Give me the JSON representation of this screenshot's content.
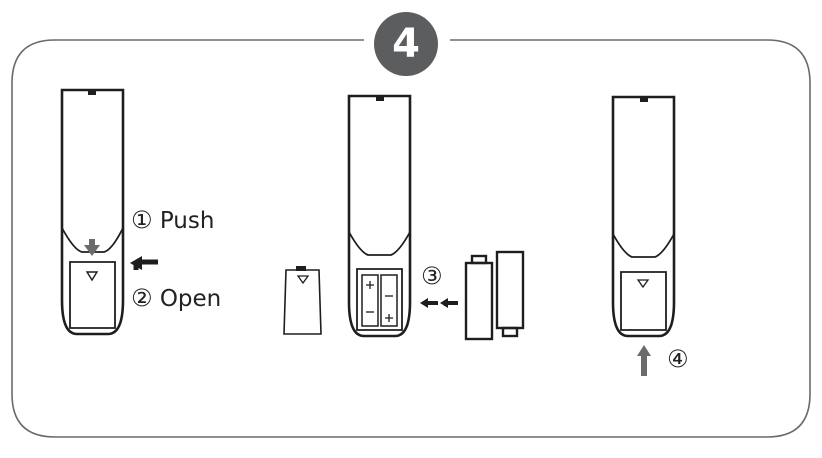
{
  "step_number": "4",
  "steps": {
    "push": {
      "number": "①",
      "text": "Push"
    },
    "open": {
      "number": "②",
      "text": "Open"
    },
    "insert": {
      "number": "③"
    },
    "close": {
      "number": "④"
    }
  },
  "colors": {
    "frame": "#6a6a6a",
    "stroke": "#1e1e1e",
    "arrow": "#6b6b6b",
    "badge": "#5b5d5f"
  }
}
